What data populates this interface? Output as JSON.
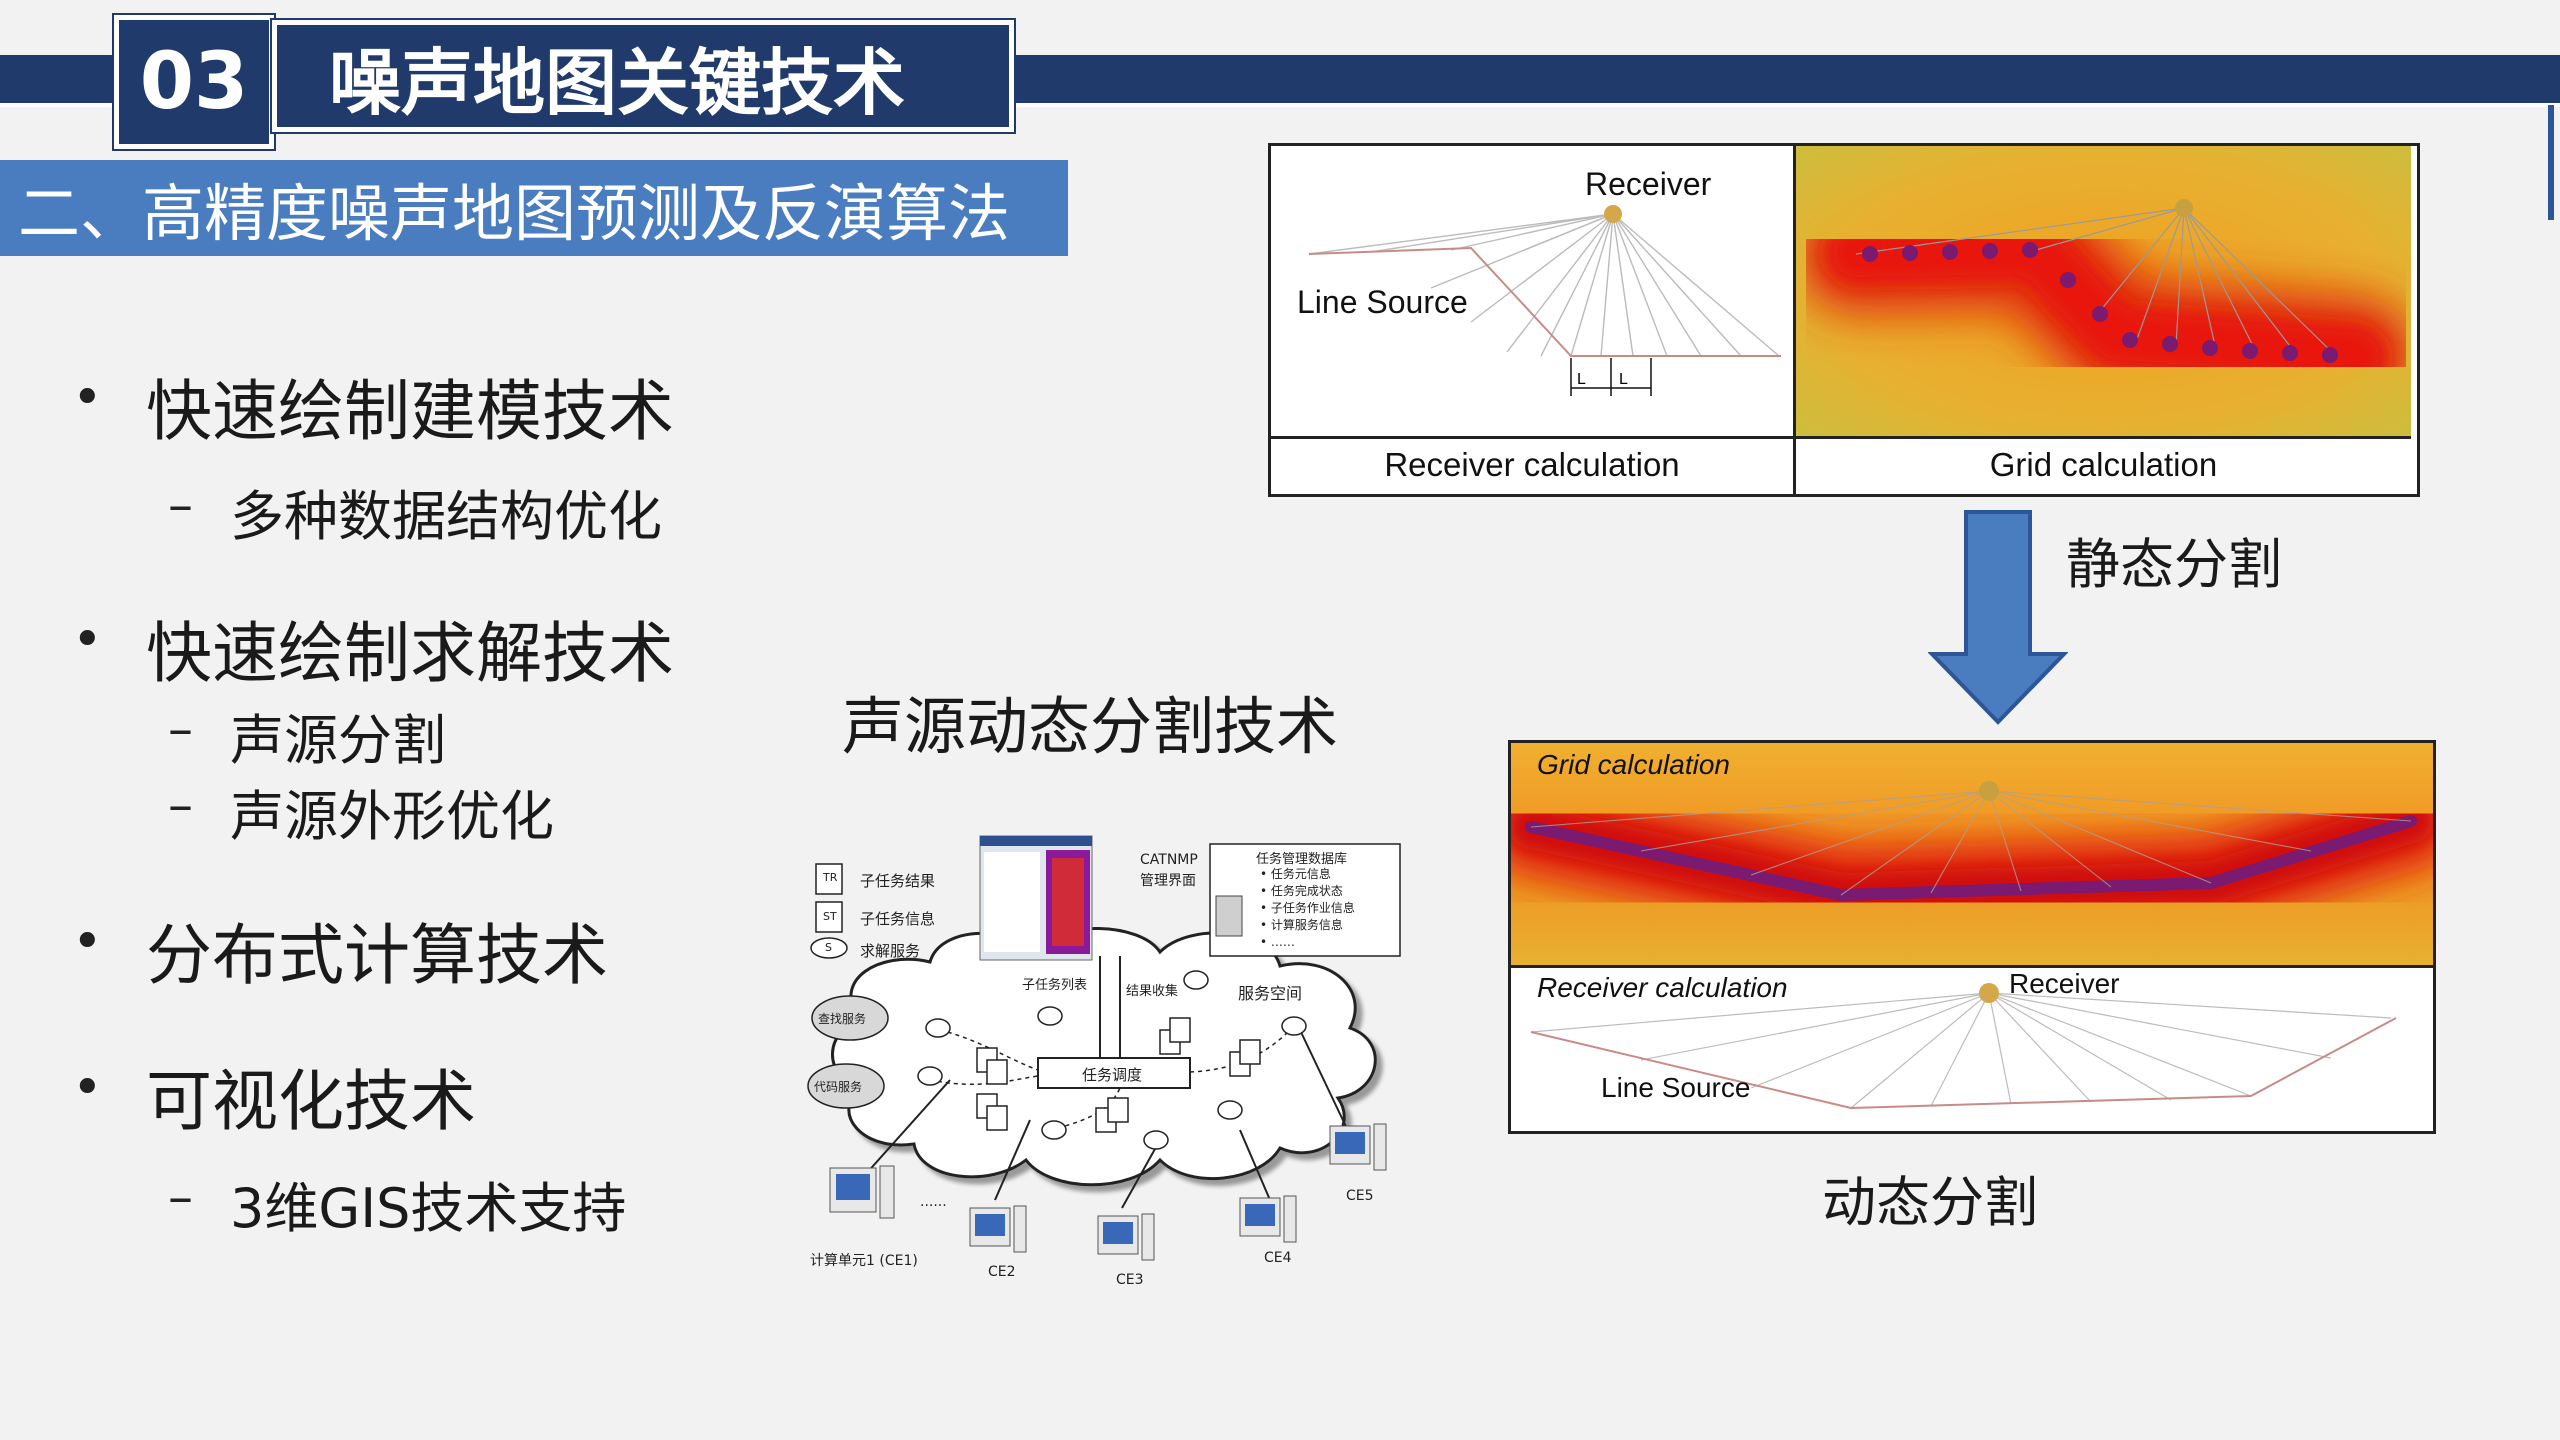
{
  "header": {
    "section_number": "03",
    "section_title": "噪声地图关键技术",
    "subtitle": "二、高精度噪声地图预测及反演算法"
  },
  "bullets": [
    {
      "text": "快速绘制建模技术",
      "subs": [
        "多种数据结构优化"
      ]
    },
    {
      "text": "快速绘制求解技术",
      "subs": [
        "声源分割",
        "声源外形优化"
      ]
    },
    {
      "text": "分布式计算技术",
      "subs": []
    },
    {
      "text": "可视化技术",
      "subs": [
        "3维GIS技术支持"
      ]
    }
  ],
  "bullet_symbol": "•",
  "dash_symbol": "–",
  "static_figure": {
    "receiver_label": "Receiver",
    "line_source_label": "Line Source",
    "segment_marks": [
      "L",
      "L"
    ],
    "caption_left": "Receiver calculation",
    "caption_right": "Grid calculation",
    "arrow_label": "静态分割"
  },
  "dynamic_figure": {
    "grid_label": "Grid calculation",
    "receiver_calc_label": "Receiver calculation",
    "receiver_label": "Receiver",
    "line_source_label": "Line Source",
    "caption": "动态分割"
  },
  "diagram": {
    "title": "声源动态分割技术",
    "legend": [
      "子任务结果",
      "子任务信息",
      "求解服务"
    ],
    "legend_tags": [
      "TR",
      "ST",
      "S"
    ],
    "app_label_1": "CATNMP",
    "app_label_2": "管理界面",
    "db_box_title": "任务管理数据库",
    "db_items": [
      "任务元信息",
      "任务完成状态",
      "子任务作业信息",
      "计算服务信息",
      "……"
    ],
    "cloud_labels": [
      "子任务列表",
      "结果收集",
      "服务空间",
      "任务调度"
    ],
    "side_services": [
      "查找服务",
      "代码服务"
    ],
    "ce_labels": [
      "计算单元1 (CE1)",
      "CE2",
      "CE3",
      "CE4",
      "CE5"
    ],
    "ellipsis": "......",
    "s_tag": "S",
    "st_tag": "ST",
    "tr_tag": "T R"
  },
  "colors": {
    "band": "#1f3a6b",
    "subtitle_bg": "#4a7cc0",
    "arrow": "#4a7cc0",
    "arrow_border": "#2c5697"
  }
}
